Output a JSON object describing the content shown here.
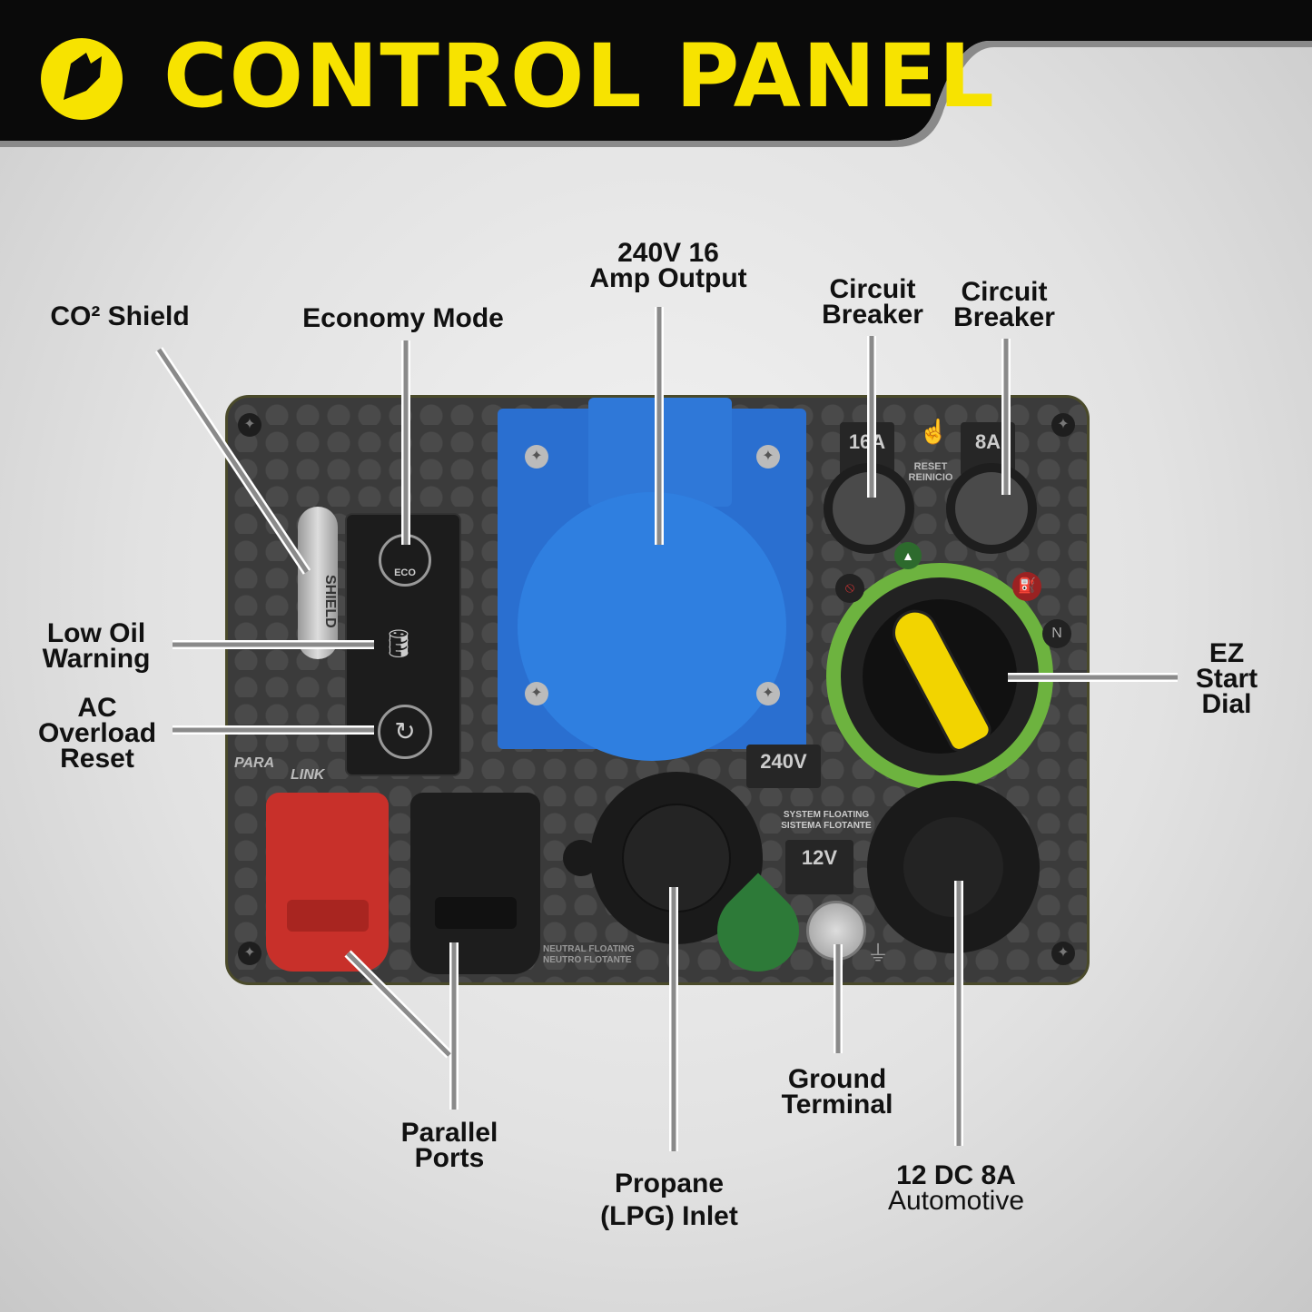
{
  "header": {
    "title": "CONTROL PANEL",
    "logo_icon": "champion-hand-logo-icon",
    "title_color": "#f7e300"
  },
  "panel": {
    "breaker_1": "16A",
    "breaker_2": "8A",
    "reset": [
      "RESET",
      "REINICIO"
    ],
    "eco": "ECO",
    "shield_badge": "SHIELD",
    "paralink": [
      "PARA",
      "LINK"
    ],
    "outlet_240": "240V",
    "outlet_12": "12V",
    "system_floating": [
      "SYSTEM FLOATING",
      "SISTEMA FLOTANTE"
    ],
    "neutral_floating": [
      "NEUTRAL FLOATING",
      "NEUTRO FLOTANTE"
    ],
    "colors": {
      "outlet_blue": "#2f7fe0",
      "parallel_red": "#c8302a",
      "dial_yellow": "#f2d400",
      "dial_green": "#6db33f"
    }
  },
  "labels": {
    "co2": "CO² Shield",
    "economy": "Economy Mode",
    "output": [
      "240V 16",
      "Amp Output"
    ],
    "cb1": [
      "Circuit",
      "Breaker"
    ],
    "cb2": [
      "Circuit",
      "Breaker"
    ],
    "low_oil": [
      "Low Oil",
      "Warning"
    ],
    "ac_overload": [
      "AC",
      "Overload",
      "Reset"
    ],
    "ez": [
      "EZ",
      "Start",
      "Dial"
    ],
    "parallel": [
      "Parallel",
      "Ports"
    ],
    "propane": [
      "Propane",
      "(LPG) Inlet"
    ],
    "ground": [
      "Ground",
      "Terminal"
    ],
    "dc": [
      "12 DC 8A",
      "Automotive"
    ]
  }
}
